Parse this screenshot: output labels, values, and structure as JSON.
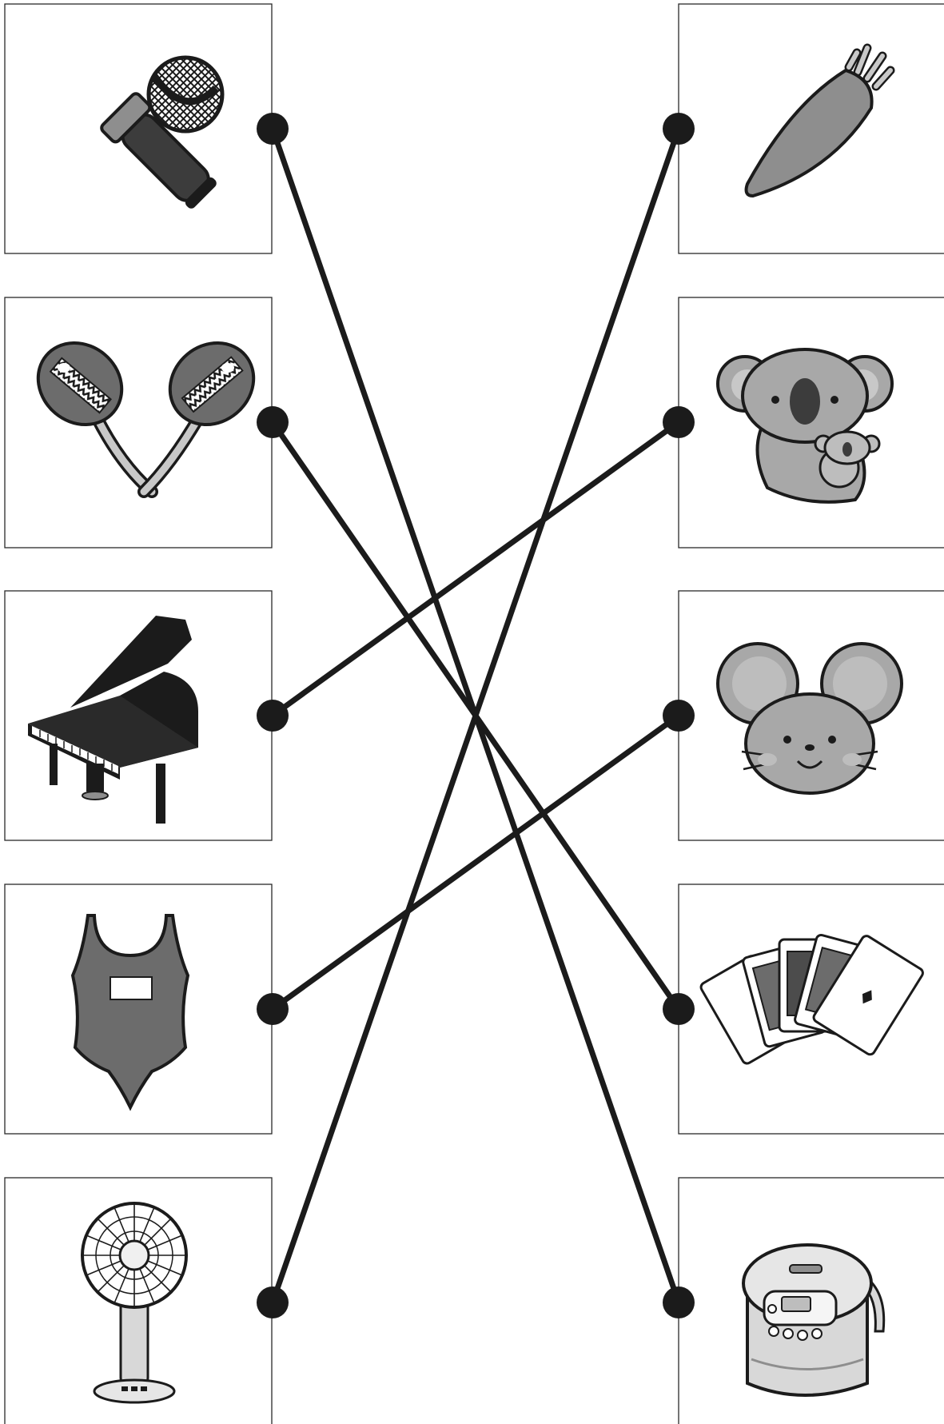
{
  "worksheet": {
    "type": "picture-matching",
    "left_items": [
      {
        "id": "L1",
        "icon": "microphone-icon"
      },
      {
        "id": "L2",
        "icon": "maracas-icon"
      },
      {
        "id": "L3",
        "icon": "grand-piano-icon"
      },
      {
        "id": "L4",
        "icon": "swimsuit-icon"
      },
      {
        "id": "L5",
        "icon": "electric-fan-icon"
      }
    ],
    "right_items": [
      {
        "id": "R1",
        "icon": "carrot-icon"
      },
      {
        "id": "R2",
        "icon": "koala-icon"
      },
      {
        "id": "R3",
        "icon": "mouse-icon"
      },
      {
        "id": "R4",
        "icon": "playing-cards-icon"
      },
      {
        "id": "R5",
        "icon": "rice-cooker-icon"
      }
    ],
    "connections": [
      {
        "from": "L1",
        "to": "R5"
      },
      {
        "from": "L2",
        "to": "R4"
      },
      {
        "from": "L3",
        "to": "R2"
      },
      {
        "from": "L4",
        "to": "R3"
      },
      {
        "from": "L5",
        "to": "R1"
      }
    ],
    "colors": {
      "line": "#1b1b1b",
      "card_border": "#2a2a2a",
      "icon_gray": "#8e8e8e",
      "icon_dark": "#3c3c3c"
    }
  }
}
